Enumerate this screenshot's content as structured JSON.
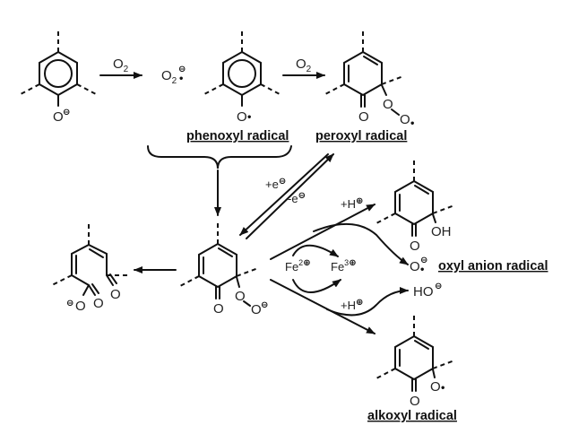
{
  "reagents": {
    "o2_1": "O",
    "o2_sub": "2",
    "o2_2": "O",
    "superoxide": "O",
    "superoxide_sub": "2"
  },
  "atoms": {
    "o": "O",
    "oh": "OH",
    "ho": "HO"
  },
  "charges": {
    "minus": "⊖",
    "plus": "⊕",
    "radical": "•"
  },
  "conditions": {
    "plus_e": "+e",
    "minus_e": "-e",
    "plus_h": "+H",
    "fe2": "Fe",
    "fe2_sup": "2",
    "fe3": "Fe",
    "fe3_sup": "3"
  },
  "labels": {
    "phenoxyl": "phenoxyl radical",
    "peroxyl": "peroxyl radical",
    "oxyl_anion": "oxyl anion radical",
    "alkoxyl": "alkoxyl radical"
  }
}
